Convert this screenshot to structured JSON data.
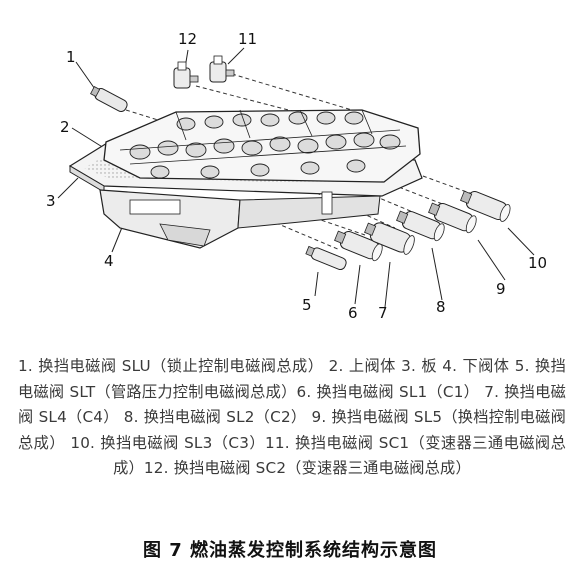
{
  "figure": {
    "callouts": [
      {
        "id": "1",
        "label": "1"
      },
      {
        "id": "2",
        "label": "2"
      },
      {
        "id": "3",
        "label": "3"
      },
      {
        "id": "4",
        "label": "4"
      },
      {
        "id": "5",
        "label": "5"
      },
      {
        "id": "6",
        "label": "6"
      },
      {
        "id": "7",
        "label": "7"
      },
      {
        "id": "8",
        "label": "8"
      },
      {
        "id": "9",
        "label": "9"
      },
      {
        "id": "10",
        "label": "10"
      },
      {
        "id": "11",
        "label": "11"
      },
      {
        "id": "12",
        "label": "12"
      }
    ]
  },
  "legend": {
    "text": "1. 换挡电磁阀 SLU（锁止控制电磁阀总成） 2. 上阀体 3. 板 4. 下阀体 5. 换挡电磁阀 SLT（管路压力控制电磁阀总成）6. 换挡电磁阀 SL1（C1） 7. 换挡电磁阀 SL4（C4） 8. 换挡电磁阀 SL2（C2） 9. 换挡电磁阀 SL5（换档控制电磁阀总成） 10. 换挡电磁阀 SL3（C3）11. 换挡电磁阀 SC1（变速器三通电磁阀总成）12. 换挡电磁阀 SC2（变速器三通电磁阀总成）"
  },
  "caption": {
    "text": "图 7  燃油蒸发控制系统结构示意图"
  }
}
